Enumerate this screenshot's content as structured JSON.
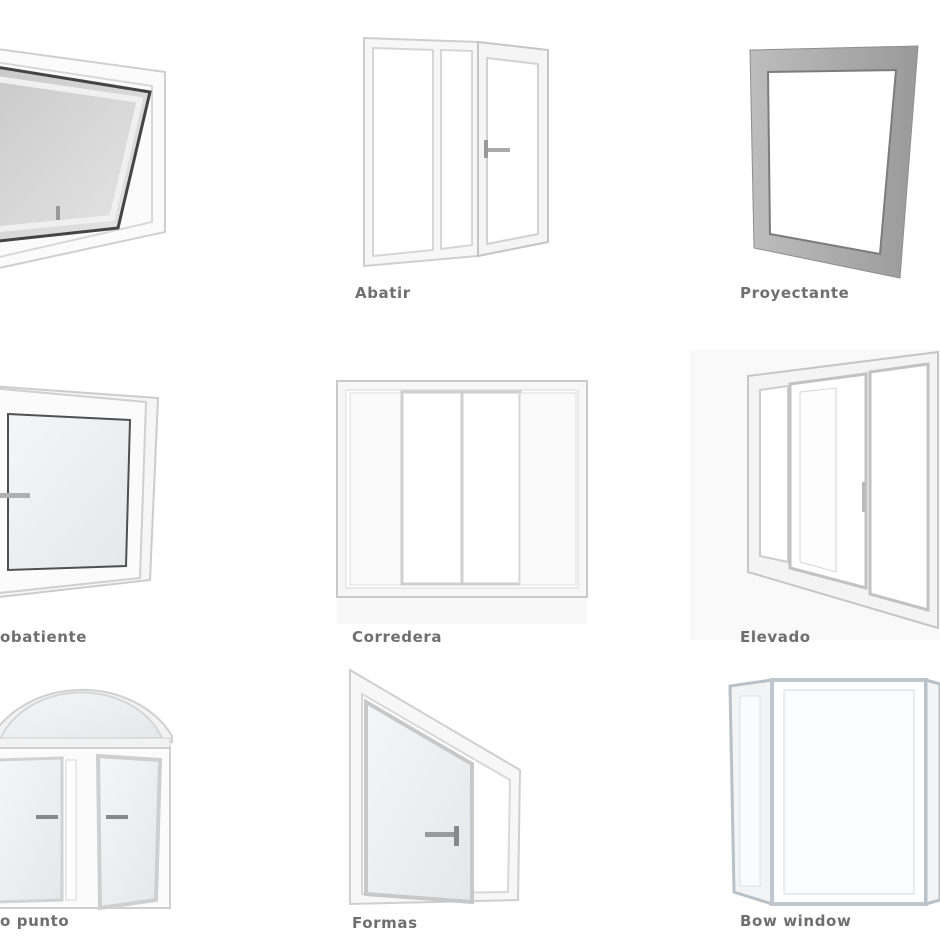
{
  "catalog": {
    "items": [
      {
        "label": ""
      },
      {
        "label": "Abatir"
      },
      {
        "label": "Proyectante"
      },
      {
        "label": "obatiente"
      },
      {
        "label": "Corredera"
      },
      {
        "label": "Elevado"
      },
      {
        "label": "o punto"
      },
      {
        "label": "Formas"
      },
      {
        "label": "Bow window"
      }
    ]
  }
}
